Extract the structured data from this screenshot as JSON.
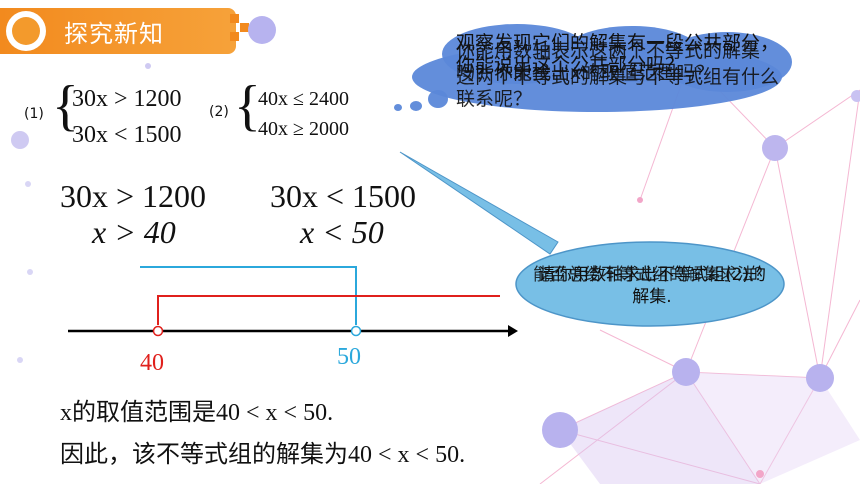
{
  "header": {
    "title": "探究新知"
  },
  "systems": {
    "label1": "(1)",
    "sys1_line1": "30x > 1200",
    "sys1_line2": "30x < 1500",
    "label2": "(2)",
    "sys2_line1": "40x ≤ 2400",
    "sys2_line2": "40x ≥ 2000"
  },
  "solve": {
    "left_line1": "30x > 1200",
    "left_line2": "x > 40",
    "right_line1": "30x < 1500",
    "right_line2": "x < 50"
  },
  "numberline": {
    "label_40": "40",
    "label_50": "50",
    "color_40": "#e0201c",
    "color_50": "#2ba8dc"
  },
  "cloud": {
    "text_a": "观察发现它们的解集有一段公共部分，你能说出这个公共部分吗？",
    "text_b": "你能用数轴表示这两个不等式的解集吗？你能找出x的取值范围吗？",
    "text_c": "这两个不等式的解集与不等式组有什么联系呢？"
  },
  "callout": {
    "text_a": "请你用数轴求出不等式组(2)的解集.",
    "text_b": "能否总结不等式组的解集求法？"
  },
  "conclusion": {
    "line1": "x的取值范围是40 < x < 50.",
    "line2": "因此，该不等式组的解集为40 < x < 50."
  },
  "colors": {
    "accent": "#f39a2c",
    "cloud": "#5b88d9",
    "callout": "#78bfe6"
  }
}
